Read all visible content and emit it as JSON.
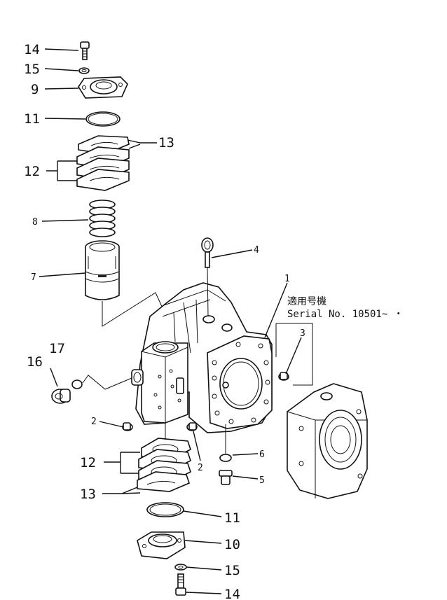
{
  "serial_note": {
    "japanese": "適用号機",
    "serial": "Serial  No. 10501~ ・"
  },
  "callouts": {
    "c1": "1",
    "c2a": "2",
    "c2b": "2",
    "c3": "3",
    "c4": "4",
    "c5": "5",
    "c6": "6",
    "c7": "7",
    "c8": "8",
    "c9": "9",
    "c10": "10",
    "c11_top": "11",
    "c11_bot": "11",
    "c12_top": "12",
    "c12_bot": "12",
    "c13_top": "13",
    "c13_bot": "13",
    "c14_top": "14",
    "c14_bot": "14",
    "c15_top": "15",
    "c15_bot": "15",
    "c16": "16",
    "c17": "17"
  }
}
